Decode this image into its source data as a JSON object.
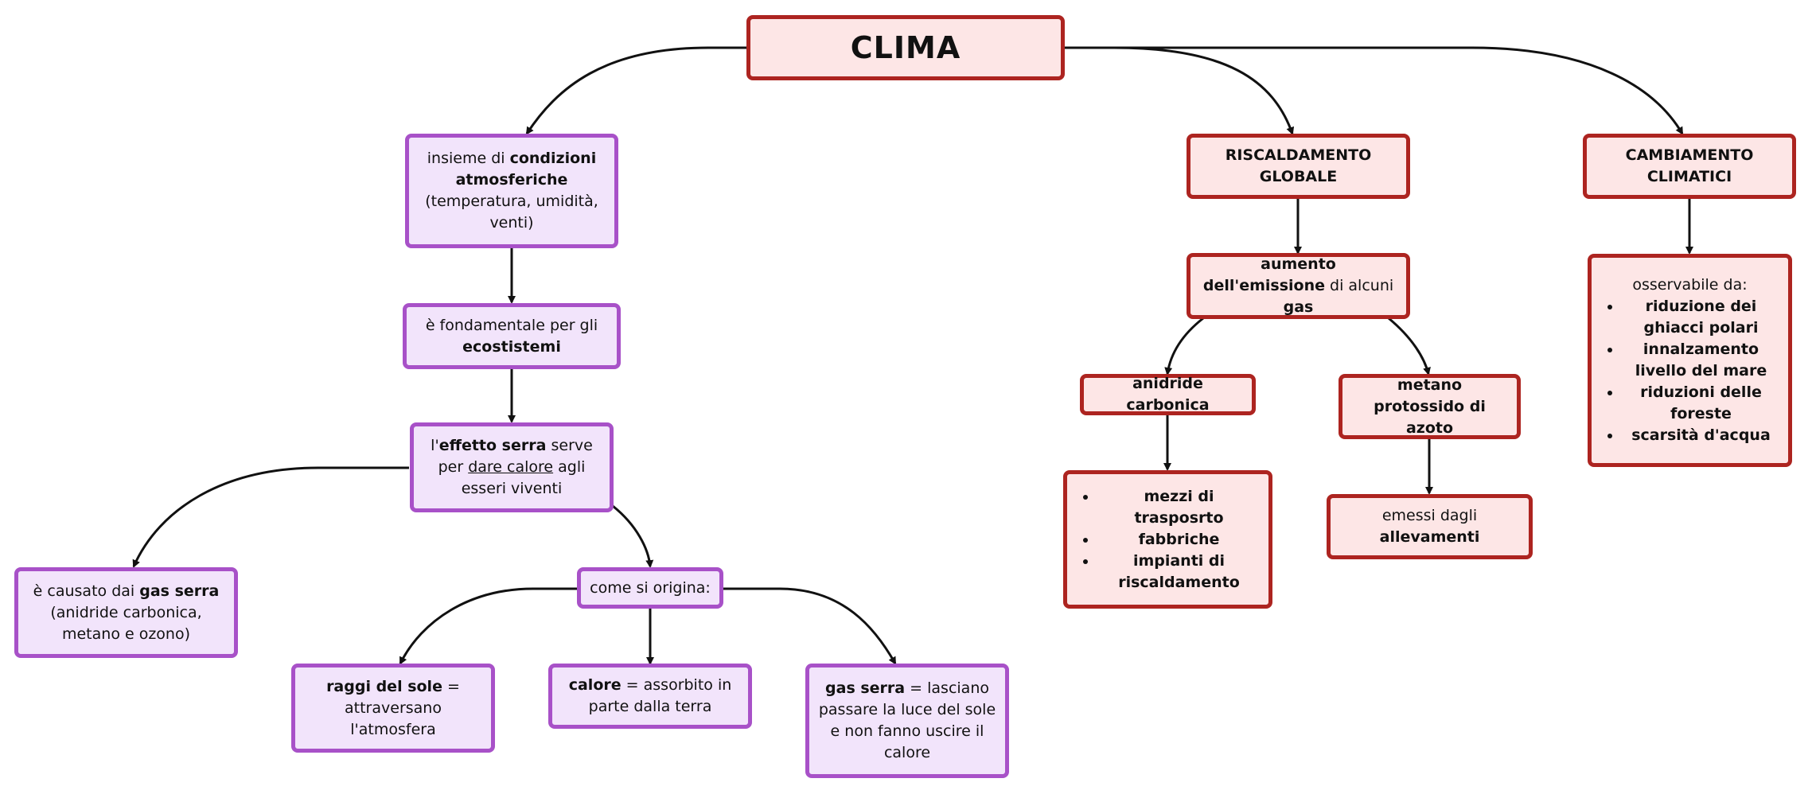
{
  "title": "CLIMA",
  "left": {
    "n1": {
      "a": "insieme di ",
      "b": "condizioni atmosferiche",
      "c": "(temperatura, umidità, venti)"
    },
    "n2": {
      "a": "è fondamentale per gli ",
      "b": "ecostistemi"
    },
    "n3": {
      "a": "l'",
      "b": "effetto serra",
      "c": " serve per ",
      "d": "dare calore",
      "e": " agli esseri viventi"
    },
    "n4": {
      "a": "è causato dai ",
      "b": "gas serra",
      "c": "(anidride carbonica, metano e ozono)"
    },
    "n5": {
      "a": "come si origina:"
    },
    "n6": {
      "a": "raggi del sole",
      "b": " = attraversano l'atmosfera"
    },
    "n7": {
      "a": "calore",
      "b": " = assorbito in parte dalla terra"
    },
    "n8": {
      "a": "gas serra",
      "b": " = lasciano passare la luce del sole e non fanno uscire il calore"
    }
  },
  "middle": {
    "heading": "RISCALDAMENTO GLOBALE",
    "n1": {
      "a": "aumento dell'emissione",
      "b": " di alcuni ",
      "c": "gas"
    },
    "n2": "anidride carbonica",
    "n3": {
      "l1": "metano",
      "l2": "protossido di azoto"
    },
    "n4": [
      "mezzi di trasposrto",
      "fabbriche",
      "impianti di riscaldamento"
    ],
    "n5": {
      "a": "emessi dagli ",
      "b": "allevamenti"
    }
  },
  "right": {
    "heading": "CAMBIAMENTO CLIMATICI",
    "n1": {
      "intro": "osservabile da:",
      "items": [
        "riduzione dei ghiacci polari",
        "innalzamento livello del mare",
        "riduzioni delle foreste",
        "scarsità d'acqua"
      ]
    }
  },
  "colors": {
    "purple_fill": "#f2e4fb",
    "purple_border": "#a851c8",
    "red_fill": "#fde6e6",
    "red_border": "#ad2420"
  }
}
